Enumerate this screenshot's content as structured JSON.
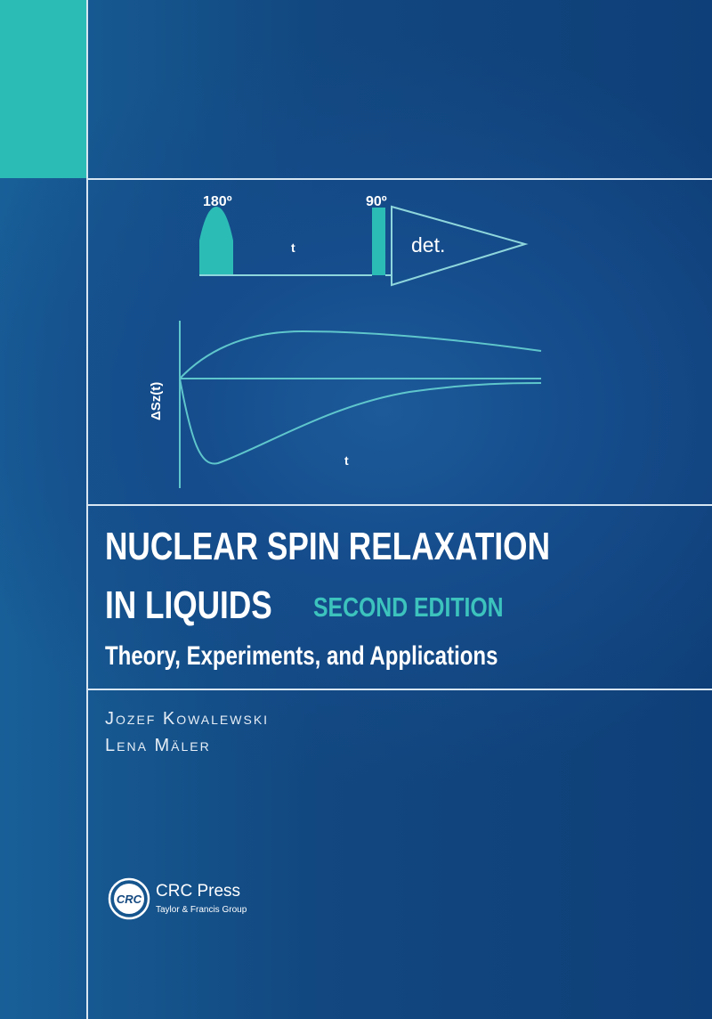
{
  "diagram": {
    "pulse_180_label": "180º",
    "pulse_90_label": "90º",
    "delay_label": "t",
    "detect_label": "det.",
    "y_axis_label": "ΔSz(t)",
    "x_axis_label": "t"
  },
  "book": {
    "title_line1": "NUCLEAR SPIN RELAXATION",
    "title_line2": "IN LIQUIDS",
    "edition": "SECOND EDITION",
    "subtitle": "Theory, Experiments, and Applications",
    "authors": [
      "Jozef Kowalewski",
      "Lena Mäler"
    ]
  },
  "publisher": {
    "logo_text": "CRC",
    "name": "CRC Press",
    "group": "Taylor & Francis Group"
  },
  "colors": {
    "accent": "#2cbcb6",
    "background": "#12477f",
    "rule": "#d8e6f2"
  }
}
